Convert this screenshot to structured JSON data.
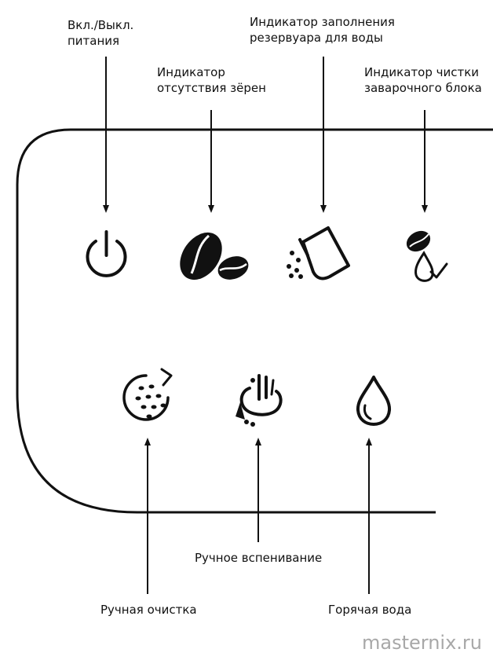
{
  "labels": {
    "power": "Вкл./Выкл.\nпитания",
    "no_beans": "Индикатор\nотсутствия зёрен",
    "water_tank": "Индикатор заполнения\nрезервуара для воды",
    "brew_clean": "Индикатор чистки\nзаварочного блока",
    "manual_froth": "Ручное вспенивание",
    "manual_clean": "Ручная очистка",
    "hot_water": "Горячая вода"
  },
  "watermark": "masternix.ru",
  "colors": {
    "ink": "#111111",
    "watermark": "#a8a8a8"
  },
  "icons": [
    "power-icon",
    "coffee-beans-icon",
    "water-tank-icon",
    "brew-unit-clean-icon",
    "manual-clean-icon",
    "manual-froth-icon",
    "hot-water-icon"
  ]
}
